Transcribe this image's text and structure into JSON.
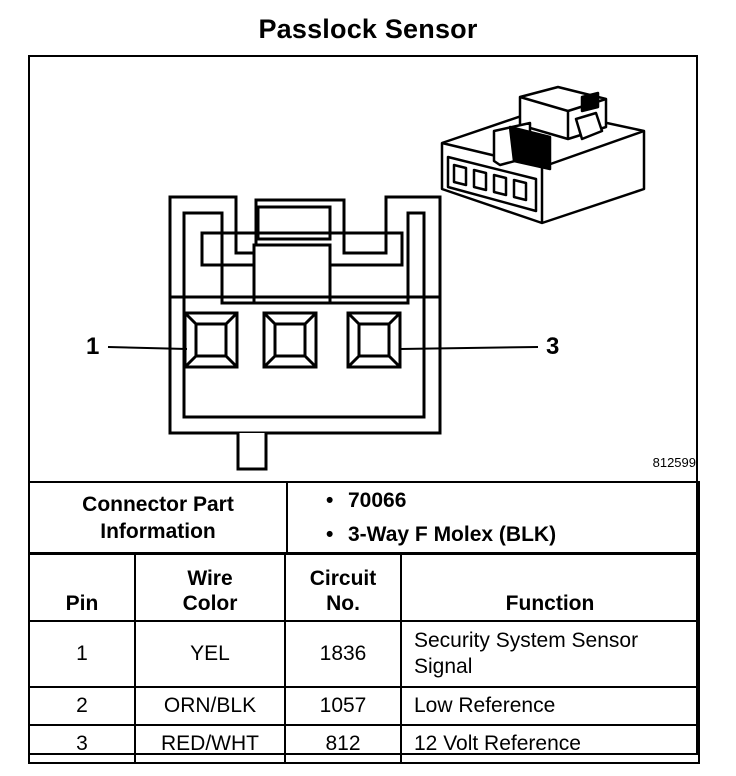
{
  "title": "Passlock Sensor",
  "figure_number": "812599",
  "pin_callouts": {
    "left": "1",
    "right": "3"
  },
  "connector_info": {
    "label": "Connector Part Information",
    "label_line1": "Connector Part",
    "label_line2": "Information",
    "bullet": "•",
    "items": [
      "70066",
      "3-Way F Molex (BLK)"
    ]
  },
  "pin_table": {
    "headers": {
      "pin": "Pin",
      "wire_color_line1": "Wire",
      "wire_color_line2": "Color",
      "circuit_line1": "Circuit",
      "circuit_line2": "No.",
      "function": "Function"
    },
    "rows": [
      {
        "pin": "1",
        "wire_color": "YEL",
        "circuit": "1836",
        "function": "Security System Sensor Signal"
      },
      {
        "pin": "2",
        "wire_color": "ORN/BLK",
        "circuit": "1057",
        "function": "Low Reference"
      },
      {
        "pin": "3",
        "wire_color": "RED/WHT",
        "circuit": "812",
        "function": "12 Volt Reference"
      }
    ]
  }
}
